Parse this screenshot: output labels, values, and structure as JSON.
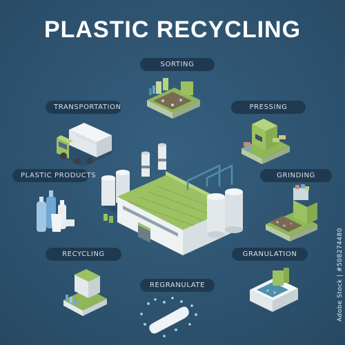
{
  "title": "PLASTIC RECYCLING",
  "steps": {
    "sorting": "SORTING",
    "transportation": "TRANSPORTATION",
    "pressing": "PRESSING",
    "plastic_products": "PLASTIC PRODUCTS",
    "grinding": "GRINDING",
    "recycling": "RECYCLING",
    "granulation": "GRANULATION",
    "regranulate": "REGRANULATE"
  },
  "watermark": "Adobe Stock | #508274480",
  "colors": {
    "background": "#2f5572",
    "pill": "#1f3a50",
    "accent_green": "#9cc163",
    "building_wall": "#e9eef0"
  }
}
